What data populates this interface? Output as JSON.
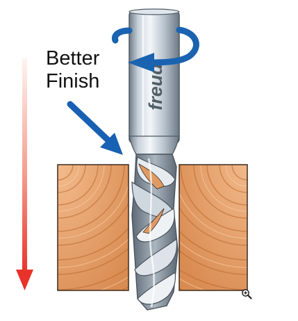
{
  "callout": {
    "line1": "Better",
    "line2": "Finish"
  },
  "brand": {
    "text": "freud"
  },
  "icons": {
    "zoom": "zoom-in-icon"
  },
  "colors": {
    "rotation_arrow": "#1a63b0",
    "pointer_arrow": "#1760b3",
    "feed_arrow_top": "#fde7e2",
    "feed_arrow_bottom": "#e8322a",
    "wood_base": "#e09a63",
    "wood_outline": "#3d2a1d",
    "steel_light": "#e7ecf1",
    "steel_dark": "#7f8c99"
  }
}
